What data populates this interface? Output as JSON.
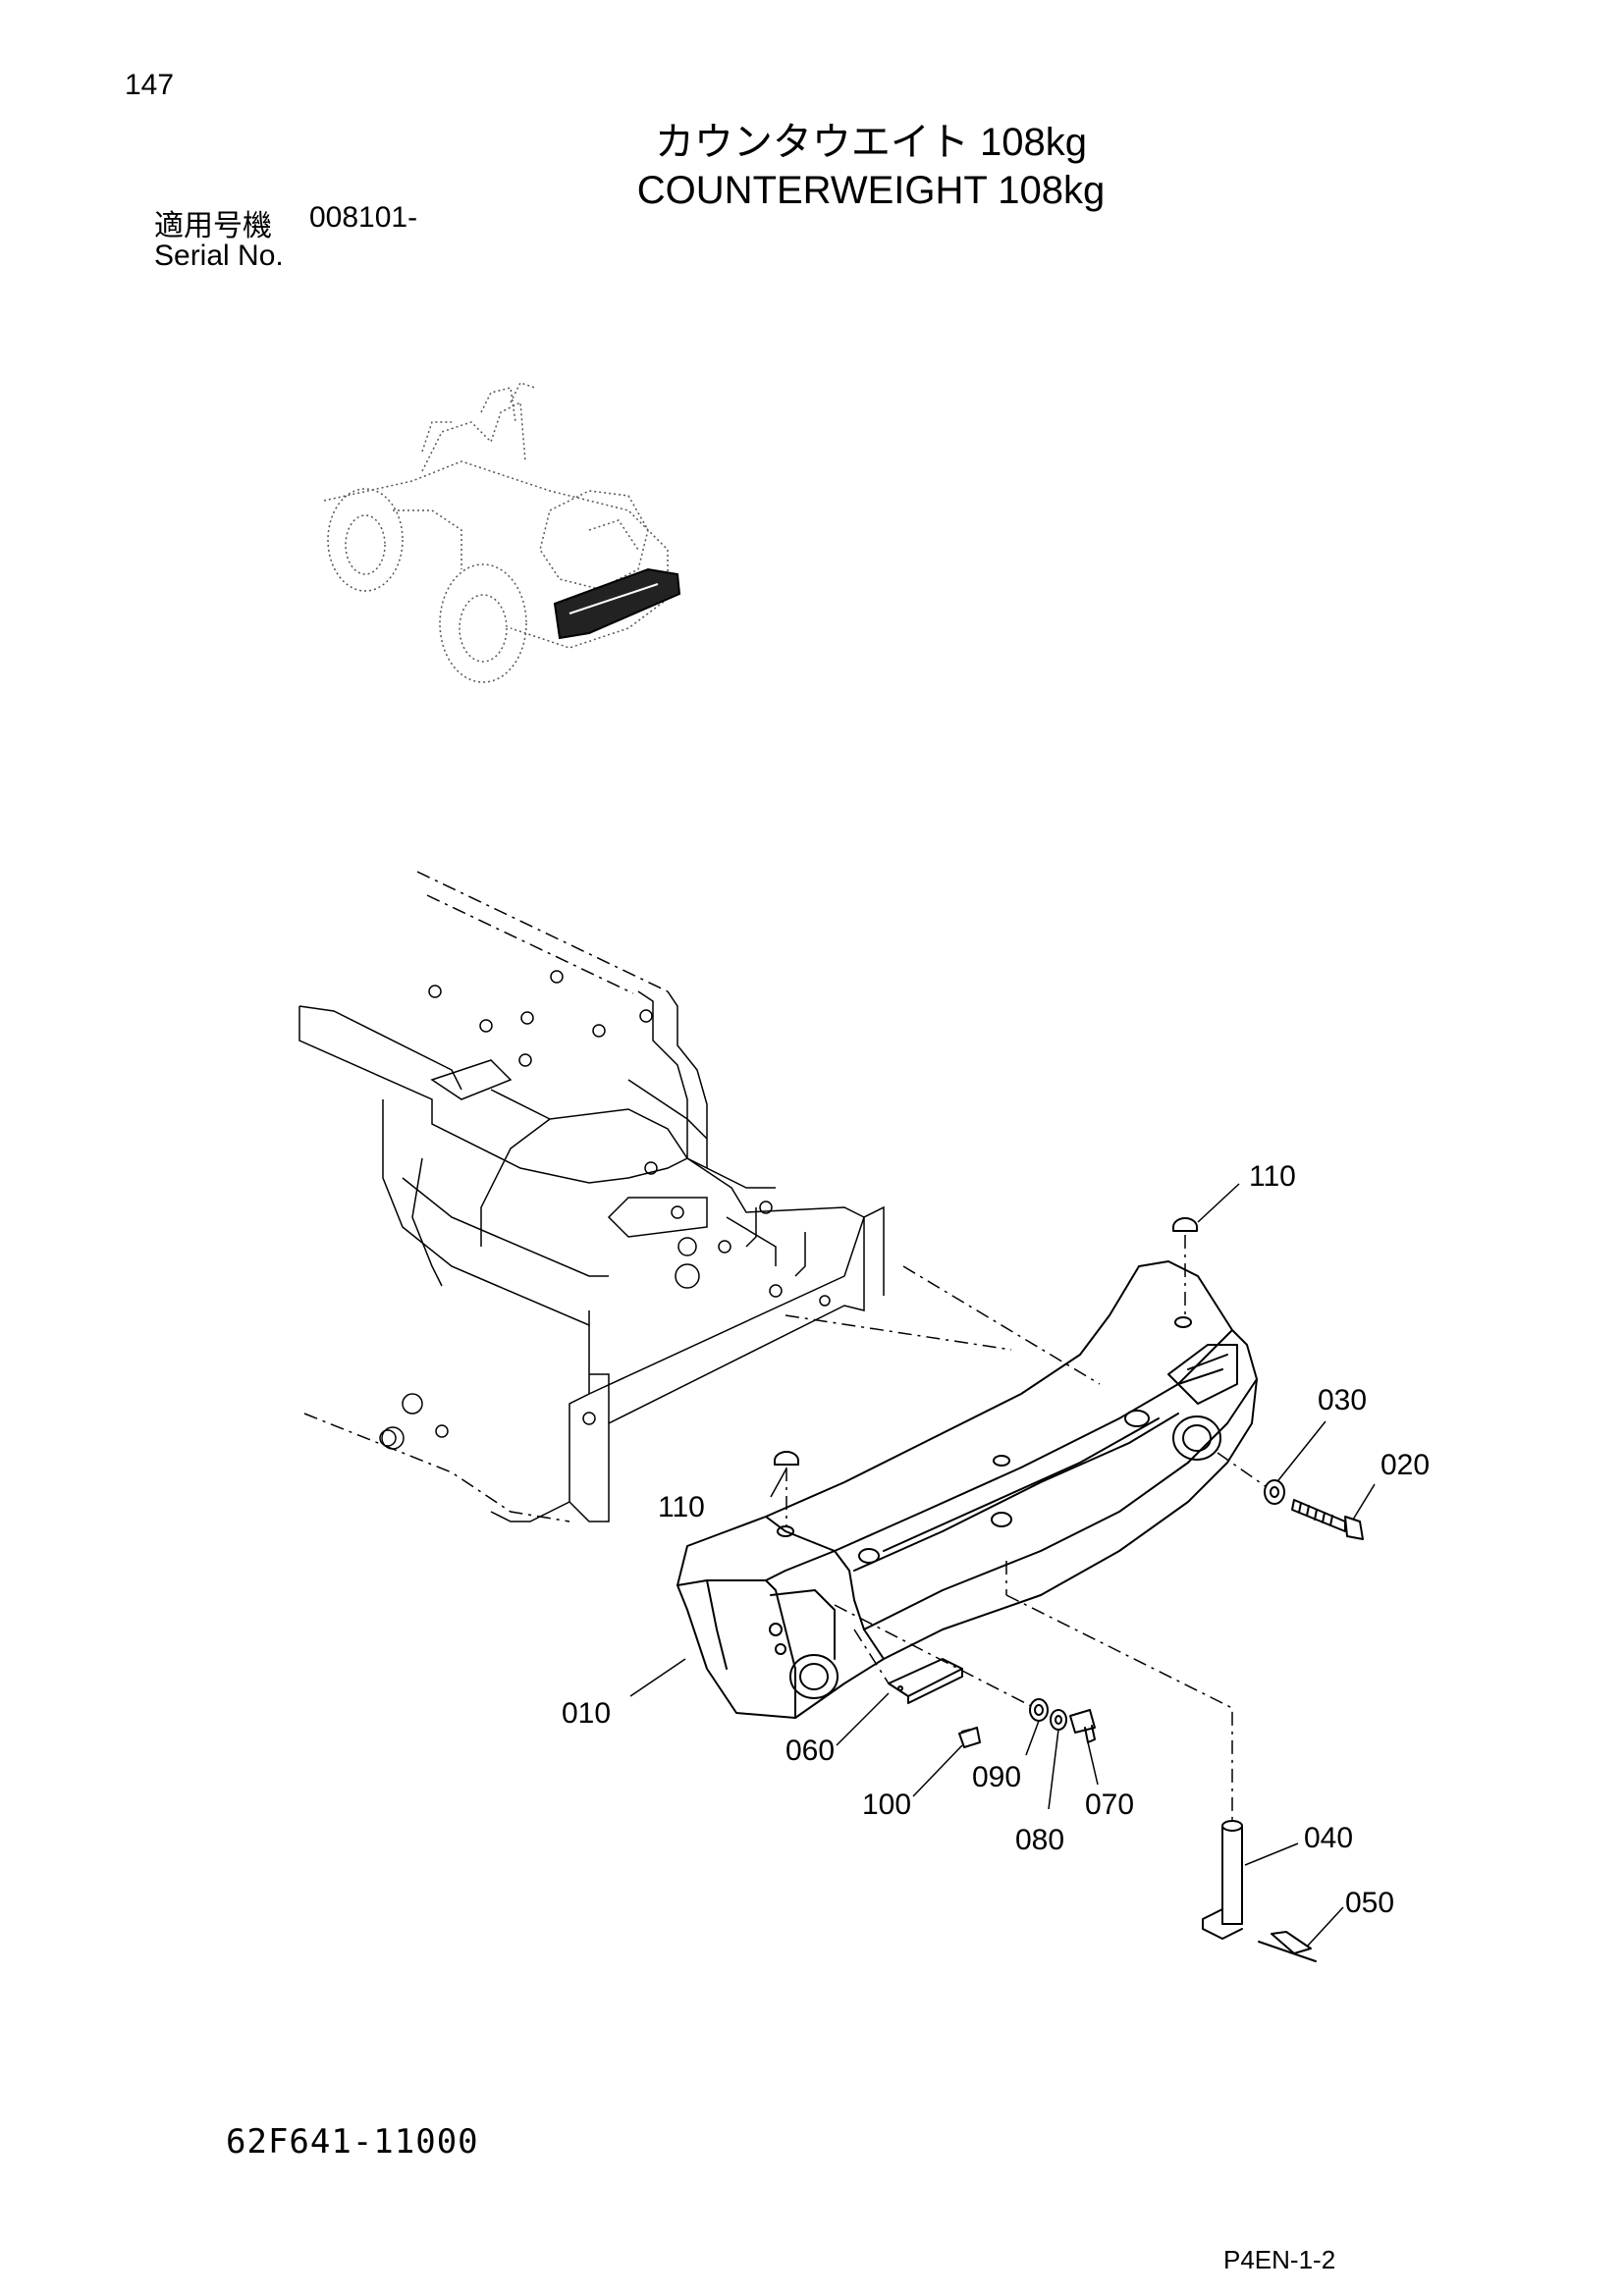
{
  "header": {
    "page_number": "147",
    "title_ja": "カウンタウエイト 108kg",
    "title_en": "COUNTERWEIGHT 108kg",
    "serial_label_ja": "適用号機",
    "serial_value": "008101-",
    "serial_label_en": "Serial No."
  },
  "callouts": {
    "p010": "010",
    "p020": "020",
    "p030": "030",
    "p040": "040",
    "p050": "050",
    "p060": "060",
    "p070": "070",
    "p080": "080",
    "p090": "090",
    "p100": "100",
    "p110a": "110",
    "p110b": "110"
  },
  "footer": {
    "doc_code": "62F641-11000",
    "sheet_code": "P4EN-1-2"
  }
}
